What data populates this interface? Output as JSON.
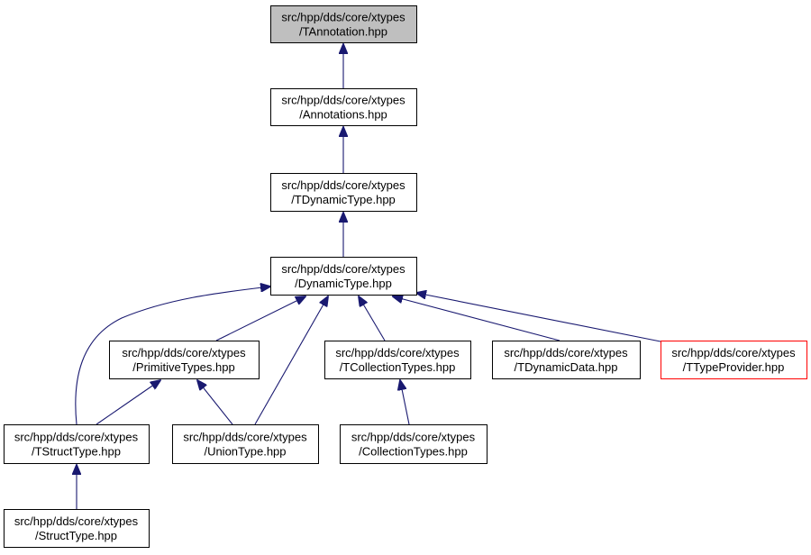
{
  "colors": {
    "edge": "#191970",
    "node_border": "#000000",
    "highlight_fill": "#bfbfbf",
    "normal_fill": "#ffffff",
    "red_border": "#ff0000"
  },
  "nodes": [
    {
      "id": "tannotation",
      "line1": "src/hpp/dds/core/xtypes",
      "line2": "/TAnnotation.hpp",
      "style": "highlight"
    },
    {
      "id": "annotations",
      "line1": "src/hpp/dds/core/xtypes",
      "line2": "/Annotations.hpp",
      "style": "normal"
    },
    {
      "id": "tdynamictype",
      "line1": "src/hpp/dds/core/xtypes",
      "line2": "/TDynamicType.hpp",
      "style": "normal"
    },
    {
      "id": "dynamictype",
      "line1": "src/hpp/dds/core/xtypes",
      "line2": "/DynamicType.hpp",
      "style": "normal"
    },
    {
      "id": "primitivetypes",
      "line1": "src/hpp/dds/core/xtypes",
      "line2": "/PrimitiveTypes.hpp",
      "style": "normal"
    },
    {
      "id": "tcollectiontypes",
      "line1": "src/hpp/dds/core/xtypes",
      "line2": "/TCollectionTypes.hpp",
      "style": "normal"
    },
    {
      "id": "tdynamicdata",
      "line1": "src/hpp/dds/core/xtypes",
      "line2": "/TDynamicData.hpp",
      "style": "normal"
    },
    {
      "id": "ttypeprovider",
      "line1": "src/hpp/dds/core/xtypes",
      "line2": "/TTypeProvider.hpp",
      "style": "red"
    },
    {
      "id": "tstructtype",
      "line1": "src/hpp/dds/core/xtypes",
      "line2": "/TStructType.hpp",
      "style": "normal"
    },
    {
      "id": "uniontype",
      "line1": "src/hpp/dds/core/xtypes",
      "line2": "/UnionType.hpp",
      "style": "normal"
    },
    {
      "id": "collectiontypes",
      "line1": "src/hpp/dds/core/xtypes",
      "line2": "/CollectionTypes.hpp",
      "style": "normal"
    },
    {
      "id": "structtype",
      "line1": "src/hpp/dds/core/xtypes",
      "line2": "/StructType.hpp",
      "style": "normal"
    }
  ],
  "edges": [
    {
      "from": "annotations",
      "to": "tannotation"
    },
    {
      "from": "tdynamictype",
      "to": "annotations"
    },
    {
      "from": "dynamictype",
      "to": "tdynamictype"
    },
    {
      "from": "tstructtype",
      "to": "dynamictype"
    },
    {
      "from": "primitivetypes",
      "to": "dynamictype"
    },
    {
      "from": "uniontype",
      "to": "dynamictype"
    },
    {
      "from": "tcollectiontypes",
      "to": "dynamictype"
    },
    {
      "from": "tdynamicdata",
      "to": "dynamictype"
    },
    {
      "from": "ttypeprovider",
      "to": "dynamictype"
    },
    {
      "from": "tstructtype",
      "to": "primitivetypes"
    },
    {
      "from": "uniontype",
      "to": "primitivetypes"
    },
    {
      "from": "collectiontypes",
      "to": "tcollectiontypes"
    },
    {
      "from": "structtype",
      "to": "tstructtype"
    }
  ]
}
